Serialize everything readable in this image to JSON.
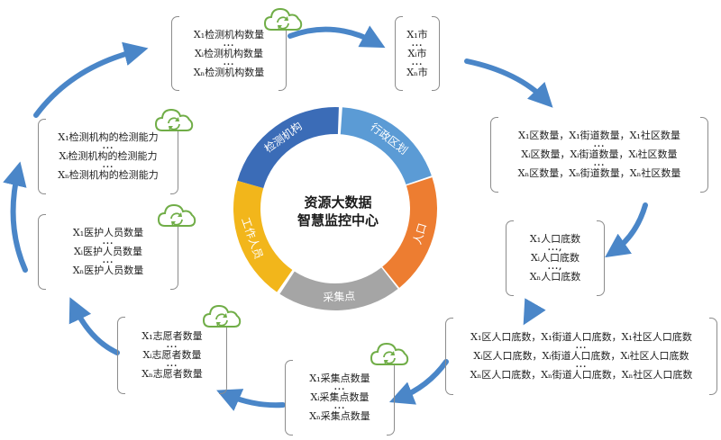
{
  "center": {
    "line1": "资源大数据",
    "line2": "智慧监控中心"
  },
  "segments": [
    {
      "label": "检测机构",
      "color": "#3b6cb7"
    },
    {
      "label": "行政区划",
      "color": "#5b9bd5"
    },
    {
      "label": "人口",
      "color": "#ed7d31"
    },
    {
      "label": "采集点",
      "color": "#a5a5a5"
    },
    {
      "label": "工作人员",
      "color": "#f2b61b"
    }
  ],
  "colors": {
    "arrow": "#4a86c8",
    "cloud": "#70ad47",
    "bracket": "#8c8c8c"
  },
  "boxes": {
    "inst_count": [
      "X₁检测机构数量",
      "...",
      "Xᵢ检测机构数量",
      "...",
      "Xₙ检测机构数量"
    ],
    "city": [
      "X₁市",
      "...",
      "Xᵢ市",
      "...",
      "Xₙ市"
    ],
    "district": [
      "X₁区数量，X₁街道数量，X₁社区数量",
      "...",
      "Xᵢ区数量，Xᵢ街道数量，Xᵢ社区数量",
      "...",
      "Xₙ区数量，Xₙ街道数量，Xₙ社区数量"
    ],
    "population": [
      "X₁人口底数",
      "...,",
      "Xᵢ人口底数",
      "...,",
      "Xₙ人口底数"
    ],
    "pop_detail": [
      "X₁区人口底数，X₁街道人口底数，X₁社区人口底数",
      "...",
      "Xᵢ区人口底数，Xᵢ街道人口底数，Xᵢ社区人口底数",
      "...",
      "Xₙ区人口底数，Xₙ街道人口底数，Xₙ社区人口底数"
    ],
    "collect": [
      "X₁采集点数量",
      "...",
      "Xᵢ采集点数量",
      "...",
      "Xₙ采集点数量"
    ],
    "volunteer": [
      "X₁志愿者数量",
      "...",
      "Xᵢ志愿者数量",
      "...",
      "Xₙ志愿者数量"
    ],
    "medical": [
      "X₁医护人员数量",
      "...",
      "Xᵢ医护人员数量",
      "...",
      "Xₙ医护人员数量"
    ],
    "capacity": [
      "X₁检测机构的检测能力",
      "...",
      "Xᵢ检测机构的检测能力",
      "...",
      "Xₙ检测机构的检测能力"
    ]
  }
}
